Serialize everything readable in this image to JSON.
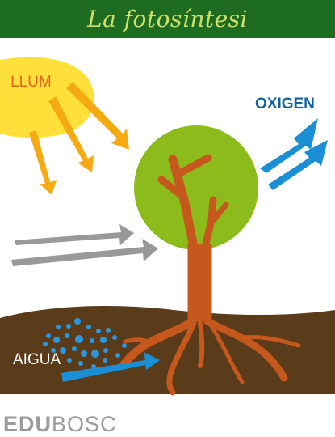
{
  "header": {
    "title": "La fotosíntesi"
  },
  "labels": {
    "light": "LLUM",
    "oxygen": "OXIGEN",
    "water": "AIGUA"
  },
  "footer": {
    "brand_bold": "EDU",
    "brand_light": "BOSC"
  },
  "colors": {
    "header_bg": "#1e6b22",
    "title": "#cfe06a",
    "sun": "#ffe03a",
    "sun_rays": "#f6aa12",
    "tree_crown": "#8cbb1c",
    "trunk": "#c6581d",
    "soil": "#5a3c1a",
    "co2_arrows": "#999999",
    "oxygen_arrows": "#1a8fd6",
    "water_drops": "#2a97df"
  }
}
